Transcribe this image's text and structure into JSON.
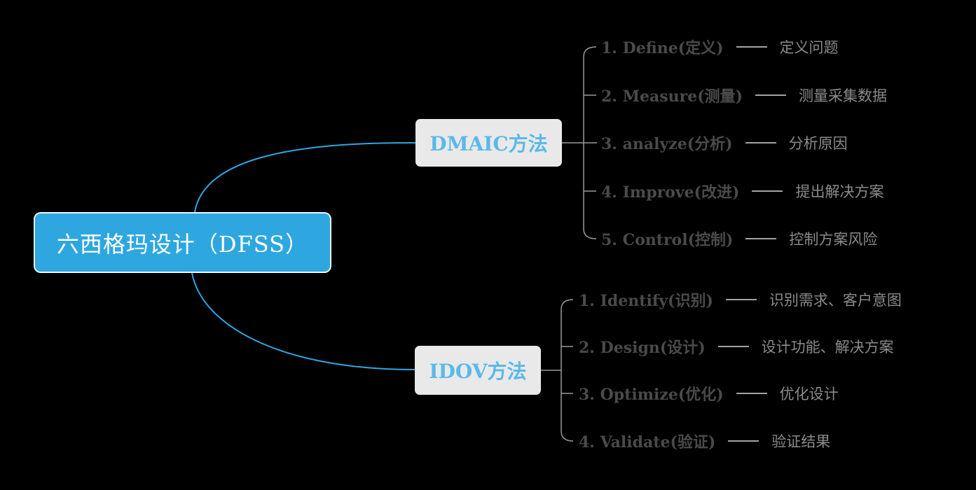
{
  "root": {
    "label": "六西格玛设计（DFSS）"
  },
  "branches": [
    {
      "label": "DMAIC方法",
      "items": [
        {
          "label": "1. Define(定义)",
          "desc": "定义问题"
        },
        {
          "label": "2. Measure(测量)",
          "desc": "测量采集数据"
        },
        {
          "label": "3. analyze(分析)",
          "desc": "分析原因"
        },
        {
          "label": "4. Improve(改进)",
          "desc": "提出解决方案"
        },
        {
          "label": "5. Control(控制)",
          "desc": "控制方案风险"
        }
      ]
    },
    {
      "label": "IDOV方法",
      "items": [
        {
          "label": "1. Identify(识别)",
          "desc": "识别需求、客户意图"
        },
        {
          "label": "2. Design(设计)",
          "desc": "设计功能、解决方案"
        },
        {
          "label": "3. Optimize(优化)",
          "desc": "优化设计"
        },
        {
          "label": "4. Validate(验证)",
          "desc": "验证结果"
        }
      ]
    }
  ],
  "colors": {
    "accent_blue": "#2EA7E0",
    "branch_text_blue": "#5BB9EA",
    "node_bg_gray": "#E9E9E9",
    "label_dark_gray": "#4A4A4A",
    "desc_gray": "#8A8A8A",
    "connector_gray": "#999999",
    "dash_gray": "#A3A3A3",
    "canvas_bg": "#000000",
    "root_text": "#FFFFFF"
  }
}
